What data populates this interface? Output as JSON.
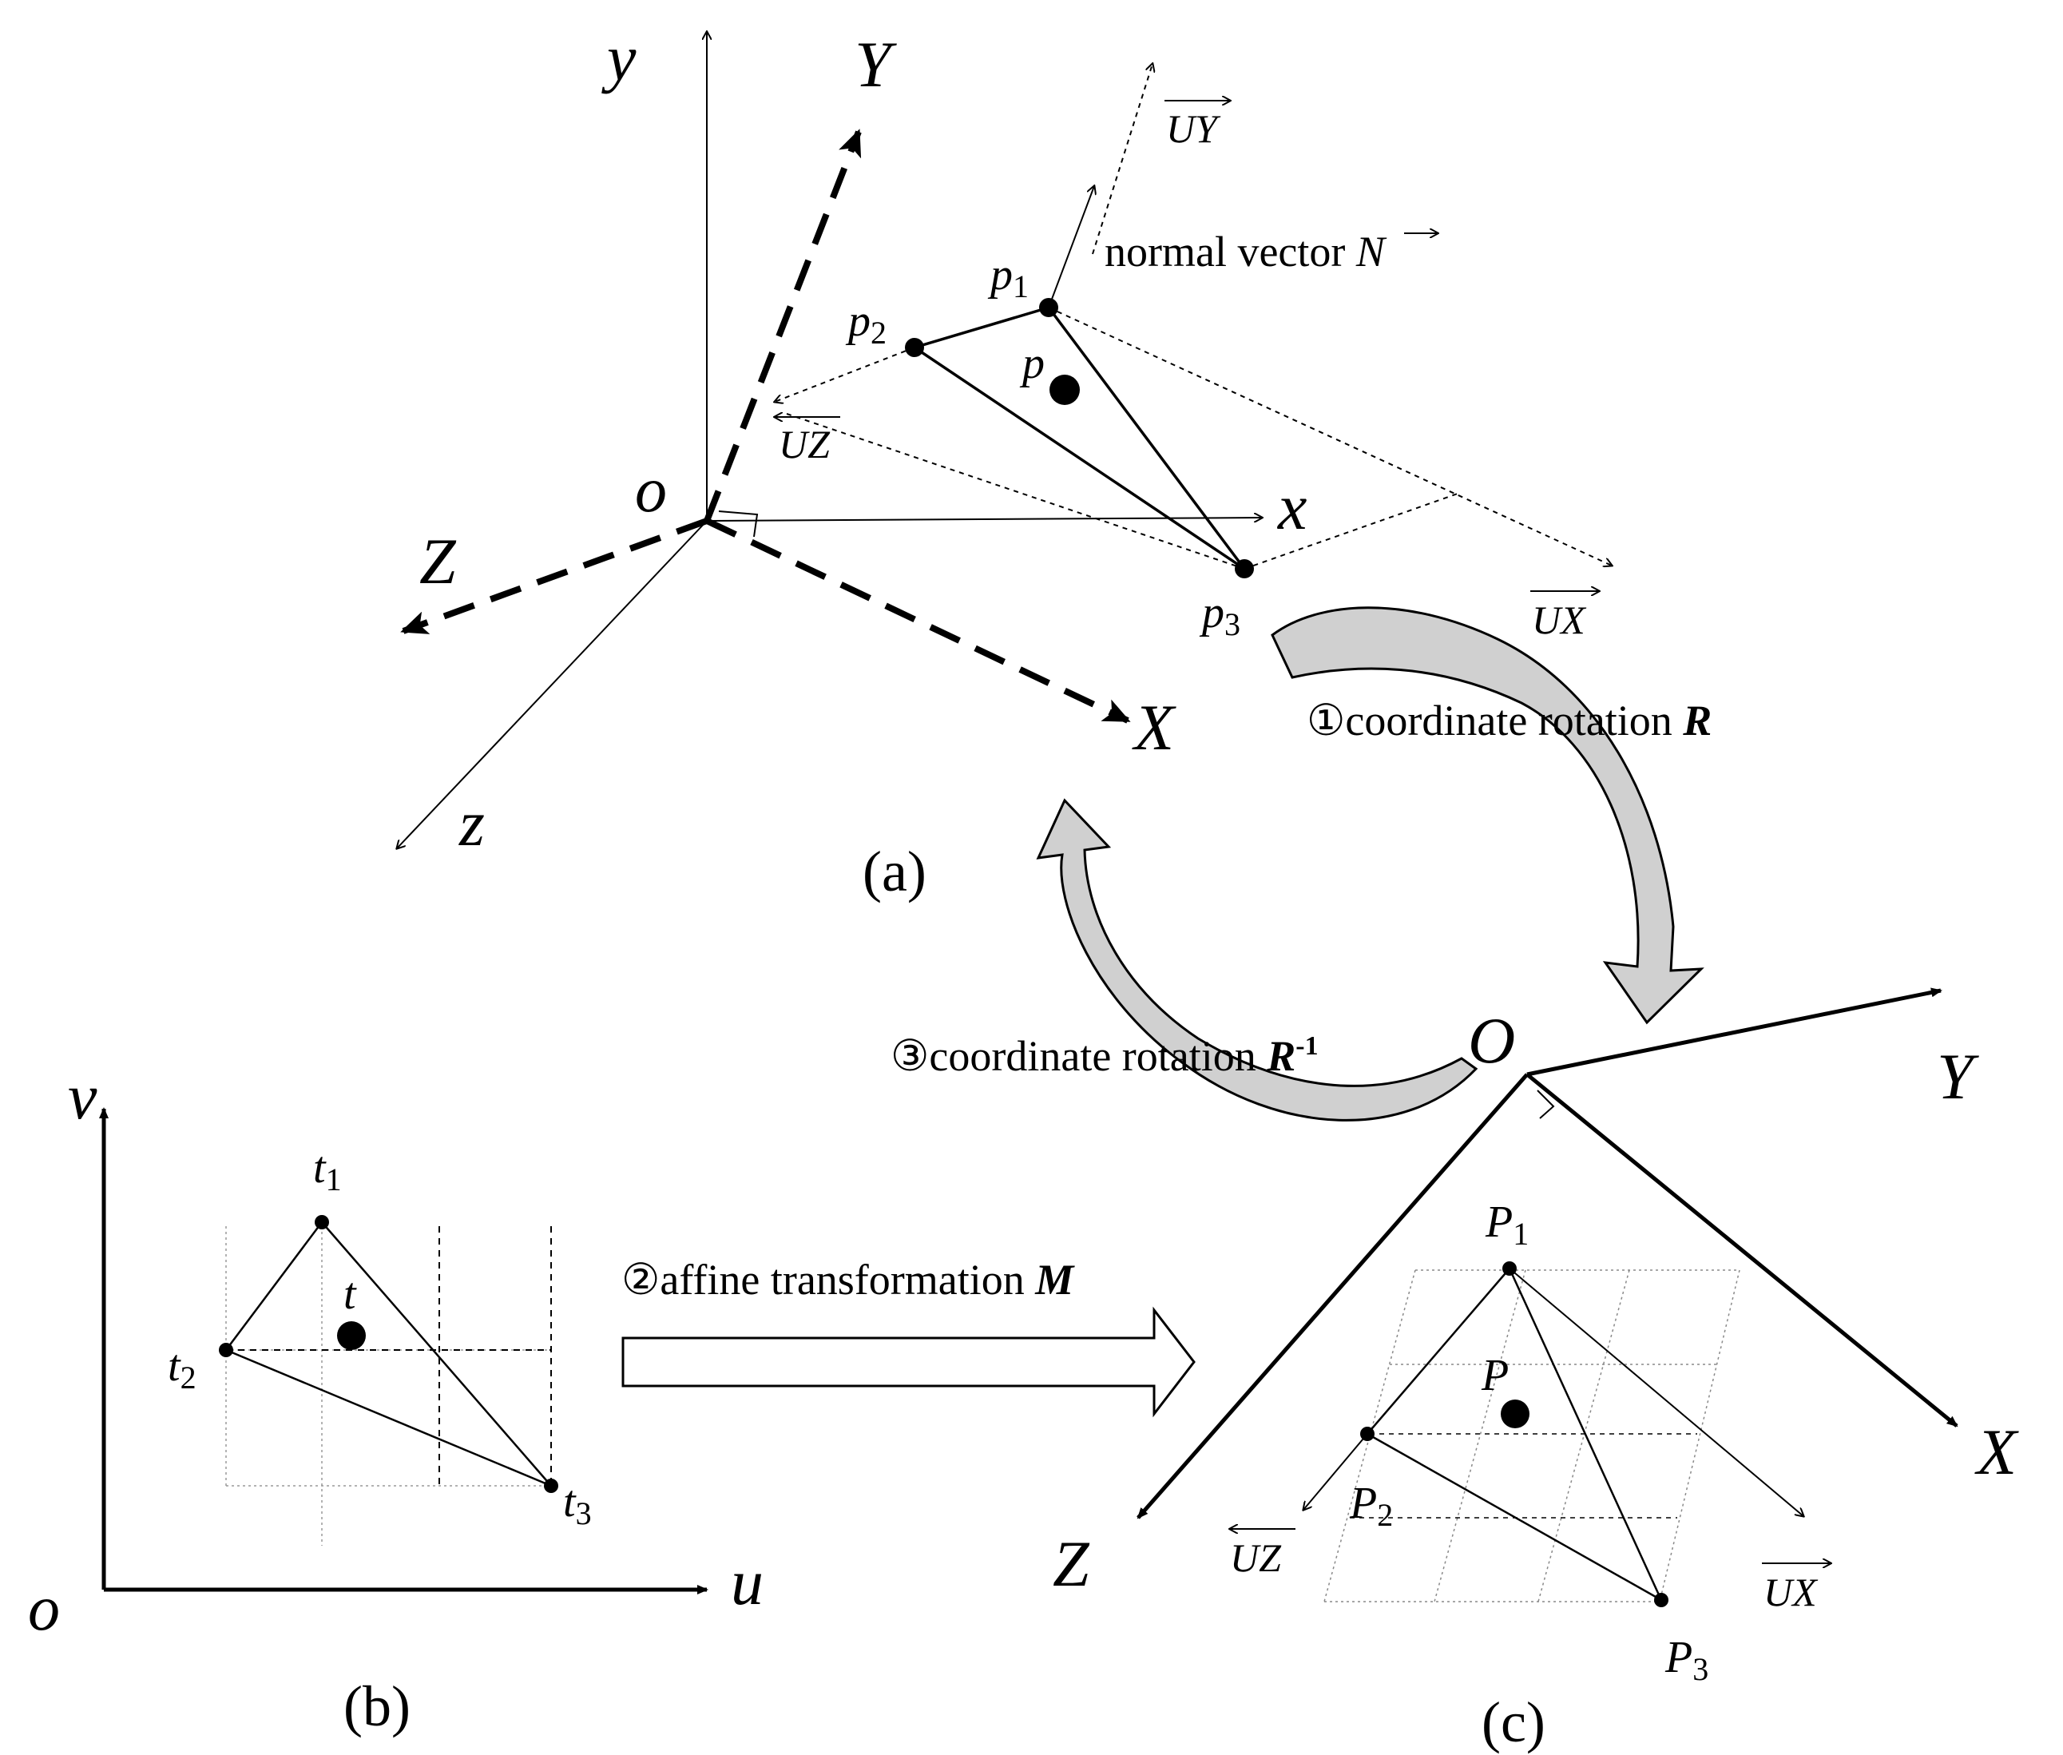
{
  "panel_a": {
    "caption": "(a)",
    "origin": "o",
    "axis_y": "y",
    "axis_x": "x",
    "axis_z": "z",
    "axis_Y": "Y",
    "axis_X": "X",
    "axis_Z": "Z",
    "p1": "p",
    "p1_sub": "1",
    "p2": "p",
    "p2_sub": "2",
    "p3": "p",
    "p3_sub": "3",
    "p": "p",
    "normal_label": "normal vector ",
    "normal_symbol": "N",
    "vec_UY": "UY",
    "vec_UZ": "UZ",
    "vec_UX": "UX"
  },
  "panel_b": {
    "caption": "(b)",
    "origin": "o",
    "axis_u": "u",
    "axis_v": "v",
    "t1": "t",
    "t1_sub": "1",
    "t2": "t",
    "t2_sub": "2",
    "t3": "t",
    "t3_sub": "3",
    "t": "t"
  },
  "panel_c": {
    "caption": "(c)",
    "origin": "O",
    "axis_Y": "Y",
    "axis_X": "X",
    "axis_Z": "Z",
    "P1": "P",
    "P1_sub": "1",
    "P2": "P",
    "P2_sub": "2",
    "P3": "P",
    "P3_sub": "3",
    "P": "P",
    "vec_UZ": "UZ",
    "vec_UX": "UX"
  },
  "steps": {
    "step1_text": "①coordinate  rotation ",
    "step1_symbol": "R",
    "step2_text": "②affine transformation ",
    "step2_symbol": "M",
    "step3_text": "③coordinate  rotation ",
    "step3_symbol": "R",
    "step3_sup": "-1"
  },
  "colors": {
    "arrow_fill": "#d0d0d0",
    "ink": "#000000"
  }
}
